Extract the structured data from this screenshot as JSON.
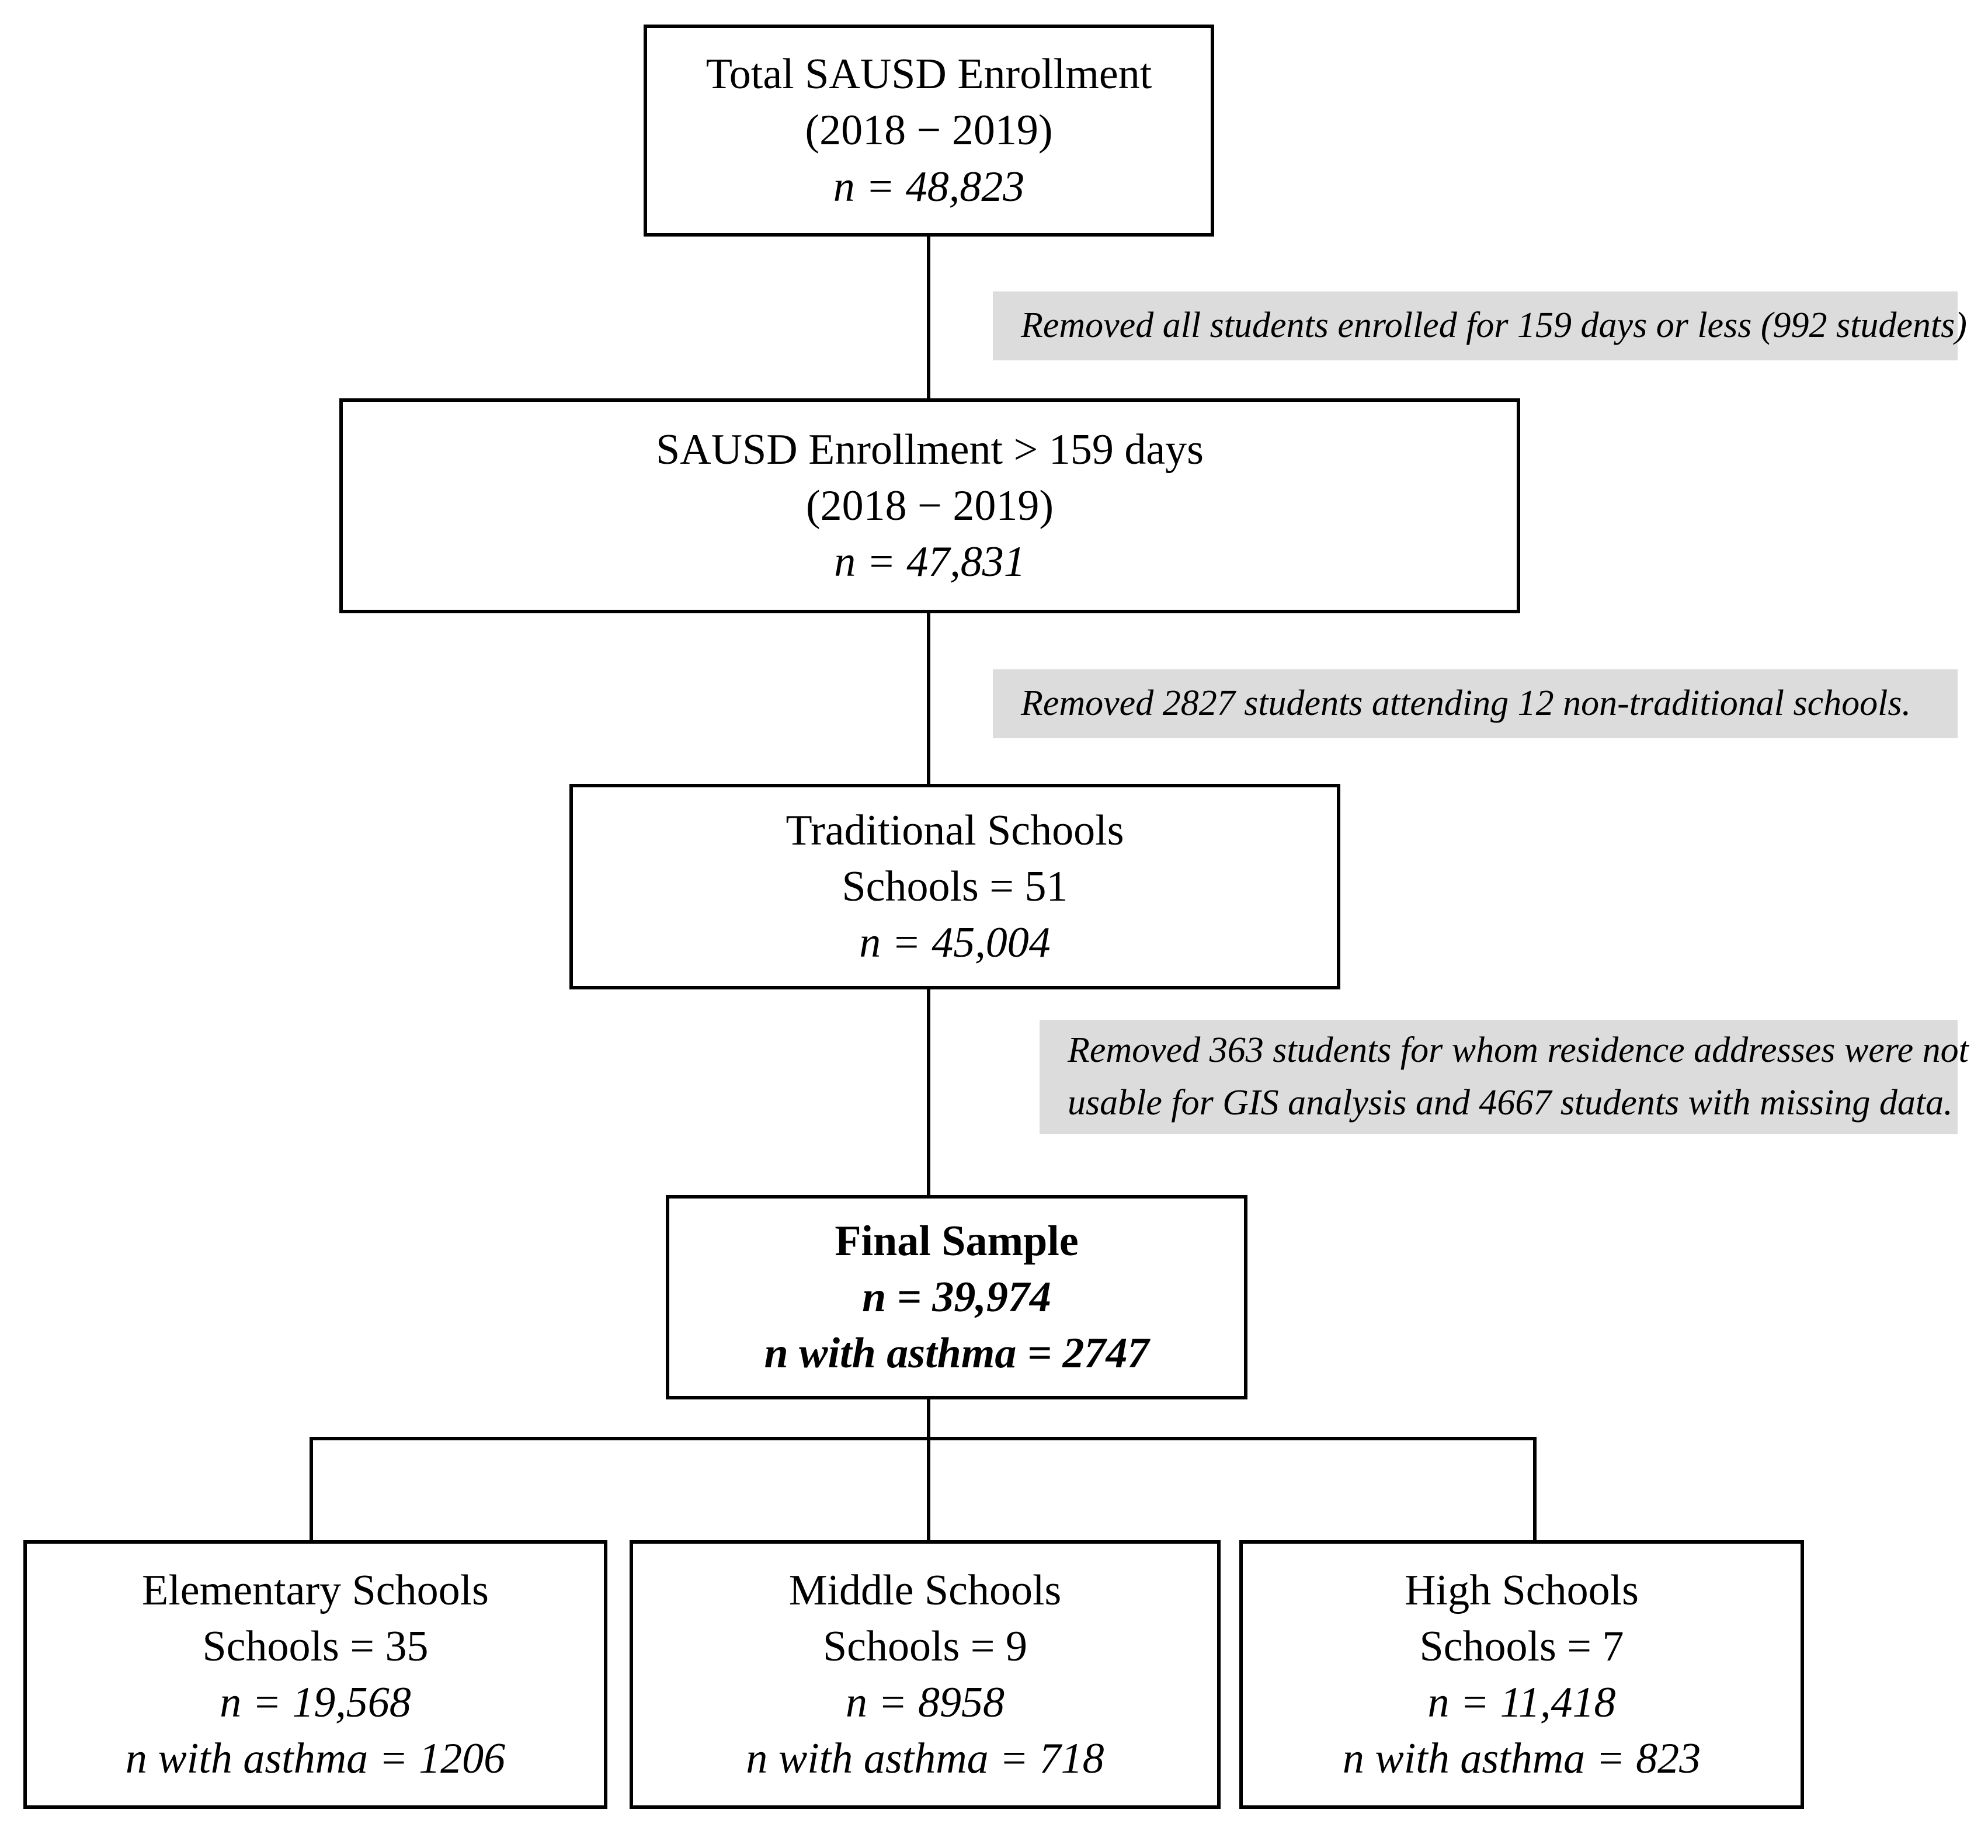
{
  "diagram": {
    "title": "SAUSD student enrollment sample selection flowchart",
    "box_border_color": "#000000",
    "note_background_color": "#dcdcdc",
    "nodes": [
      {
        "id": "total-enrollment",
        "lines": [
          {
            "text": "Total SAUSD Enrollment",
            "italic": false
          },
          {
            "text": "(2018 − 2019)",
            "italic": false
          },
          {
            "text": "n = 48,823",
            "italic": false
          }
        ]
      },
      {
        "id": "enrollment-over-159",
        "lines": [
          {
            "text": "SAUSD Enrollment > 159 days",
            "italic": false
          },
          {
            "text": "(2018 − 2019)",
            "italic": false
          },
          {
            "text": "n = 47,831",
            "italic": false
          }
        ]
      },
      {
        "id": "traditional-schools",
        "lines": [
          {
            "text": "Traditional Schools",
            "italic": false
          },
          {
            "text": "Schools = 51",
            "italic": false
          },
          {
            "text": "n = 45,004",
            "italic": false
          }
        ]
      },
      {
        "id": "final-sample",
        "lines": [
          {
            "text": "Final Sample",
            "italic": false
          },
          {
            "text": "n = 39,974",
            "italic": false
          },
          {
            "text": "n with asthma = 2747",
            "italic": true
          }
        ]
      },
      {
        "id": "elementary-schools",
        "lines": [
          {
            "text": "Elementary Schools",
            "italic": false
          },
          {
            "text": "Schools = 35",
            "italic": false
          },
          {
            "text": "n = 19,568",
            "italic": false
          },
          {
            "text": "n with asthma = 1206",
            "italic": true
          }
        ]
      },
      {
        "id": "middle-schools",
        "lines": [
          {
            "text": "Middle Schools",
            "italic": false
          },
          {
            "text": "Schools = 9",
            "italic": false
          },
          {
            "text": "n = 8958",
            "italic": false
          },
          {
            "text": "n with asthma = 718",
            "italic": true
          }
        ]
      },
      {
        "id": "high-schools",
        "lines": [
          {
            "text": "High Schools",
            "italic": false
          },
          {
            "text": "Schools = 7",
            "italic": false
          },
          {
            "text": "n = 11,418",
            "italic": false
          },
          {
            "text": "n with asthma = 823",
            "italic": true
          }
        ]
      }
    ],
    "notes": [
      {
        "id": "exclusion-enrollment-days",
        "lines": [
          "Removed all students enrolled for 159 days or less (992 students)"
        ]
      },
      {
        "id": "exclusion-non-traditional",
        "lines": [
          "Removed 2827 students attending 12 non-traditional schools."
        ]
      },
      {
        "id": "exclusion-address-missing",
        "lines": [
          "Removed 363 students for whom residence addresses were not",
          "usable for GIS analysis and 4667 students with missing data."
        ]
      }
    ]
  }
}
